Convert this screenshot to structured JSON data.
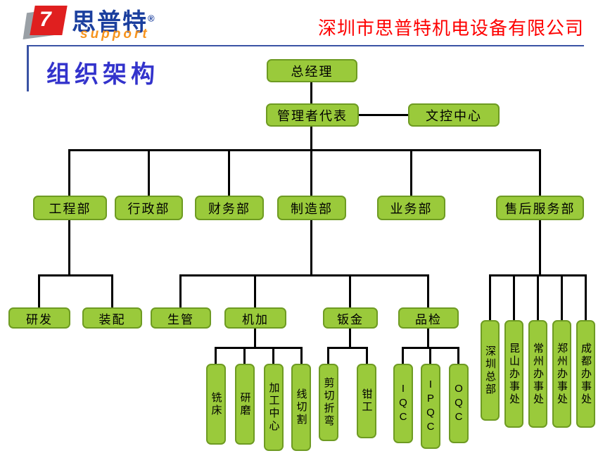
{
  "header": {
    "brand": "思普特",
    "reg": "®",
    "brand_sub": "support",
    "company": "深圳市思普特机电设备有限公司"
  },
  "title": "组织架构",
  "org": {
    "root": "总经理",
    "mgmt_rep": "管理者代表",
    "doc_center": "文控中心",
    "departments": [
      "工程部",
      "行政部",
      "财务部",
      "制造部",
      "业务部",
      "售后服务部"
    ],
    "engineering_children": [
      "研发",
      "装配"
    ],
    "manufacturing_children": [
      "生管",
      "机加",
      "钣金",
      "品检"
    ],
    "machining_children": [
      "铣床",
      "研磨",
      "加工中心",
      "线切割"
    ],
    "sheetmetal_children": [
      "剪切折弯",
      "钳工"
    ],
    "qc_children": [
      "IQC",
      "IPQC",
      "OQC"
    ],
    "aftersales_children": [
      "深圳总部",
      "昆山办事处",
      "常州办事处",
      "郑州办事处",
      "成都办事处"
    ]
  },
  "colors": {
    "box_fill": "#9aca3b",
    "box_border": "#6e9b22",
    "title_blue": "#3333cc",
    "company_red": "#fe0000",
    "brand_blue": "#1b3f9e",
    "support_orange": "#f7941d",
    "line_black": "#000000"
  }
}
